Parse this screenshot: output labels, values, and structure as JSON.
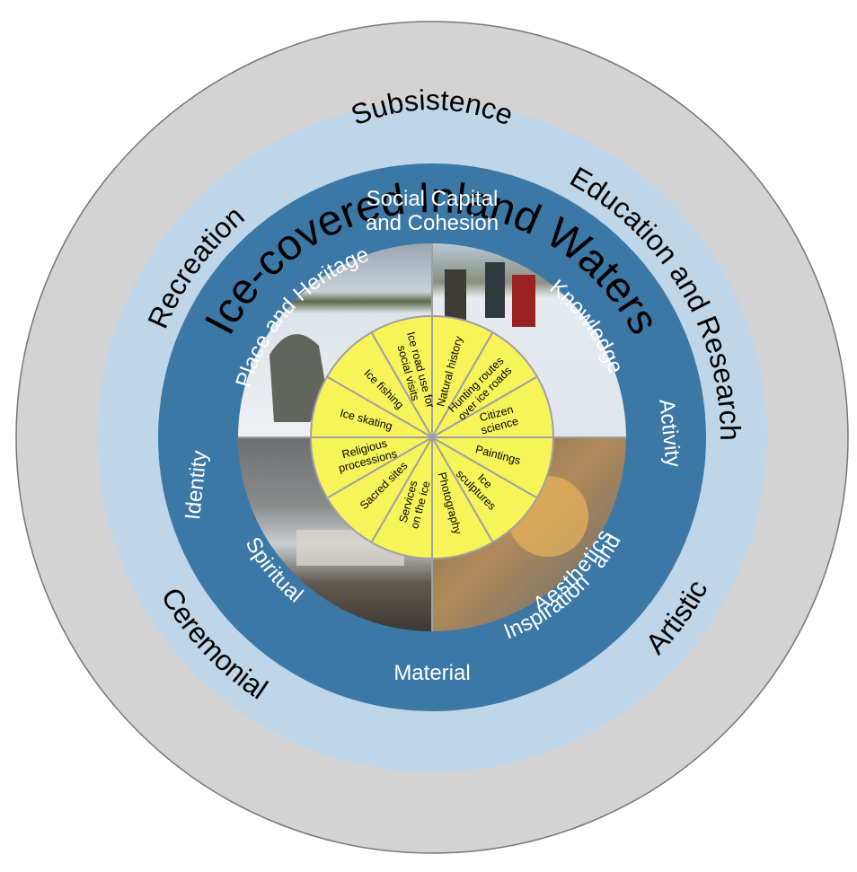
{
  "diagram": {
    "colors": {
      "outer_ring": "#d3d3d3",
      "light_blue_ring": "#bed6e8",
      "dark_blue_ring": "#3b78a6",
      "wedge_fill": "#f7f45a",
      "divider": "#a0a0a0"
    },
    "outer_ring": {
      "title": "Ice-covered Inland Waters"
    },
    "ring2": {
      "subsistence": "Subsistence",
      "recreation": "Recreation",
      "education_research": "Education and Research",
      "ceremonial": "Ceremonial",
      "artistic": "Artistic"
    },
    "ring3": {
      "social_capital_line1": "Social Capital",
      "social_capital_line2": "and Cohesion",
      "place_heritage": "Place and Heritage",
      "knowledge": "Knowledge",
      "activity": "Activity",
      "identity": "Identity",
      "spiritual": "Spiritual",
      "material": "Material",
      "inspiration": "Inspiration",
      "and": "and",
      "aesthetics": "Aesthetics"
    },
    "photos": {
      "top_left": "ice fishing photo",
      "top_right": "ice harvesting photo",
      "bottom_left": "religious procession photo",
      "bottom_right": "winter landscape painting"
    },
    "wedges": [
      {
        "lines": [
          "Natural history"
        ]
      },
      {
        "lines": [
          "Hunting routes",
          "over ice roads"
        ]
      },
      {
        "lines": [
          "Citizen",
          "science"
        ]
      },
      {
        "lines": [
          "Paintings"
        ]
      },
      {
        "lines": [
          "Ice",
          "sculptures"
        ]
      },
      {
        "lines": [
          "Photography"
        ]
      },
      {
        "lines": [
          "Services",
          "on the ice"
        ]
      },
      {
        "lines": [
          "Sacred sites"
        ]
      },
      {
        "lines": [
          "Religious",
          "processions"
        ]
      },
      {
        "lines": [
          "Ice skating"
        ]
      },
      {
        "lines": [
          "Ice fishing"
        ]
      },
      {
        "lines": [
          "Ice road use for",
          "social visits"
        ]
      }
    ]
  }
}
